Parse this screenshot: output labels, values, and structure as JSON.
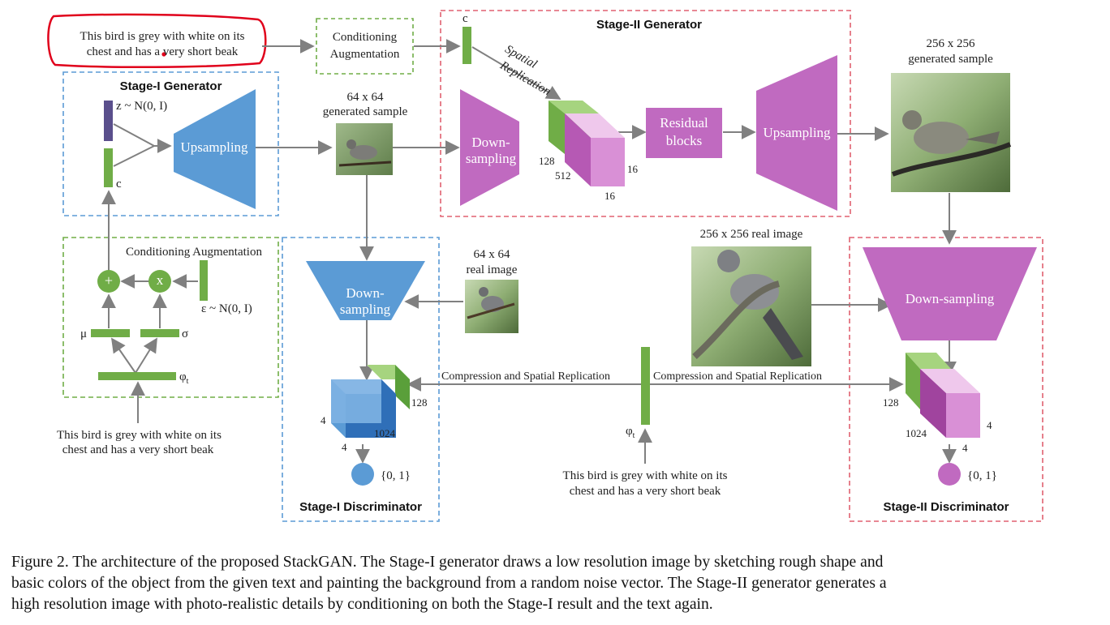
{
  "text_input": {
    "line1": "This bird is grey with white on its",
    "line2": "chest and has a very short beak"
  },
  "conditioning_augmentation_box": {
    "line1": "Conditioning",
    "line2": "Augmentation"
  },
  "stage1_generator": {
    "title": "Stage-I Generator",
    "noise_label": "z ~ N(0, I)",
    "c_label": "c",
    "upsampling_label": "Upsampling"
  },
  "sample64": {
    "line1": "64 x 64",
    "line2": "generated sample"
  },
  "stage2_generator": {
    "title": "Stage-II Generator",
    "c_label": "c",
    "spatial_replication": {
      "line1": "Spatial",
      "line2": "Replication"
    },
    "downsampling": {
      "line1": "Down-",
      "line2": "sampling"
    },
    "dim_128": "128",
    "dim_512": "512",
    "dim_16a": "16",
    "dim_16b": "16",
    "residual": {
      "line1": "Residual",
      "line2": "blocks"
    },
    "upsampling_label": "Upsampling"
  },
  "sample256": {
    "line1": "256 x 256",
    "line2": "generated sample"
  },
  "ca_detail": {
    "title": "Conditioning Augmentation",
    "plus": "+",
    "times": "x",
    "epsilon_label": "ε ~ N(0, I)",
    "mu_label": "μ",
    "sigma_label": "σ",
    "phi_label": "φ",
    "phi_sub": "t"
  },
  "stage1_text": {
    "line1": "This bird is grey with white on its",
    "line2": "chest and has a very short beak"
  },
  "real64": {
    "line1": "64 x 64",
    "line2": "real image"
  },
  "stage1_discriminator": {
    "title": "Stage-I Discriminator",
    "downsampling": {
      "line1": "Down-",
      "line2": "sampling"
    },
    "dim_4a": "4",
    "dim_4b": "4",
    "dim_1024": "1024",
    "dim_128": "128",
    "output": "{0, 1}"
  },
  "compression_left": "Compression and Spatial Replication",
  "compression_right": "Compression and Spatial Replication",
  "center_phi": {
    "phi": "φ",
    "sub": "t"
  },
  "center_text": {
    "line1": "This bird is grey with white on its",
    "line2": "chest and has a very short beak"
  },
  "real256": {
    "label": "256 x 256 real image"
  },
  "stage2_discriminator": {
    "title": "Stage-II Discriminator",
    "downsampling_label": "Down-sampling",
    "dim_128": "128",
    "dim_1024": "1024",
    "dim_4a": "4",
    "dim_4b": "4",
    "output": "{0, 1}"
  },
  "caption": {
    "line1": "Figure 2. The architecture of the proposed StackGAN. The Stage-I generator draws a low resolution image by sketching rough shape and",
    "line2": "basic colors of the object from the given text and painting the background from a random noise vector. The Stage-II generator generates a",
    "line3": "high resolution image with photo-realistic details by conditioning on both the Stage-I result and the text again."
  },
  "colors": {
    "blue": "#5b9bd5",
    "blue_dark": "#2f6fb8",
    "green": "#70ad47",
    "pink": "#c06ac0",
    "pink_light": "#e6b4e3",
    "pink_dark": "#a0449e",
    "red_annotation": "#e0001b",
    "border_blue": "#5b9bd5",
    "border_green": "#70ad47",
    "border_red": "#e06070",
    "arrow": "#808080"
  }
}
